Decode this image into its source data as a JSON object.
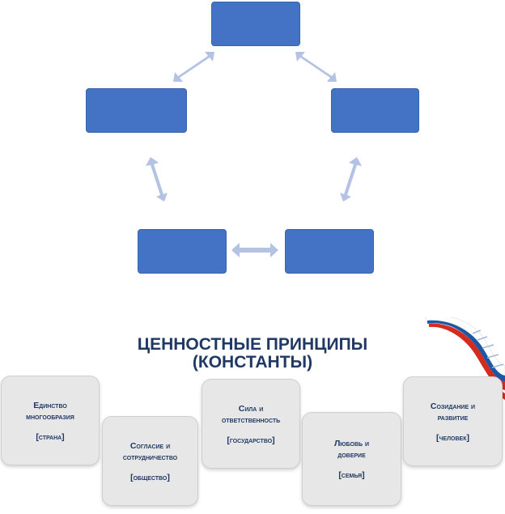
{
  "diagram": {
    "nodes": [
      {
        "id": "top",
        "label": ""
      },
      {
        "id": "left",
        "label": ""
      },
      {
        "id": "right",
        "label": ""
      },
      {
        "id": "bottom-left",
        "label": ""
      },
      {
        "id": "bottom-right",
        "label": ""
      }
    ],
    "colors": {
      "node": "#4472c4",
      "arrow": "#b4c3e3"
    }
  },
  "title_line1": "ЦЕННОСТНЫЕ ПРИНЦИПЫ",
  "title_line2": "(КОНСТАНТЫ)",
  "cards": [
    {
      "name_line1": "Единство",
      "name_line2": "многообразия",
      "tag": "[страна]"
    },
    {
      "name_line1": "Согласие и",
      "name_line2": "сотрудничество",
      "tag": "[общество]"
    },
    {
      "name_line1": "Сила и",
      "name_line2": "ответственность",
      "tag": "[государство]"
    },
    {
      "name_line1": "Любовь и",
      "name_line2": "доверие",
      "tag": "[семья]"
    },
    {
      "name_line1": "Созидание и",
      "name_line2": "развитие",
      "tag": "[человек]"
    }
  ],
  "colors": {
    "title": "#1f3864",
    "card_bg": "#e7e7e7"
  }
}
